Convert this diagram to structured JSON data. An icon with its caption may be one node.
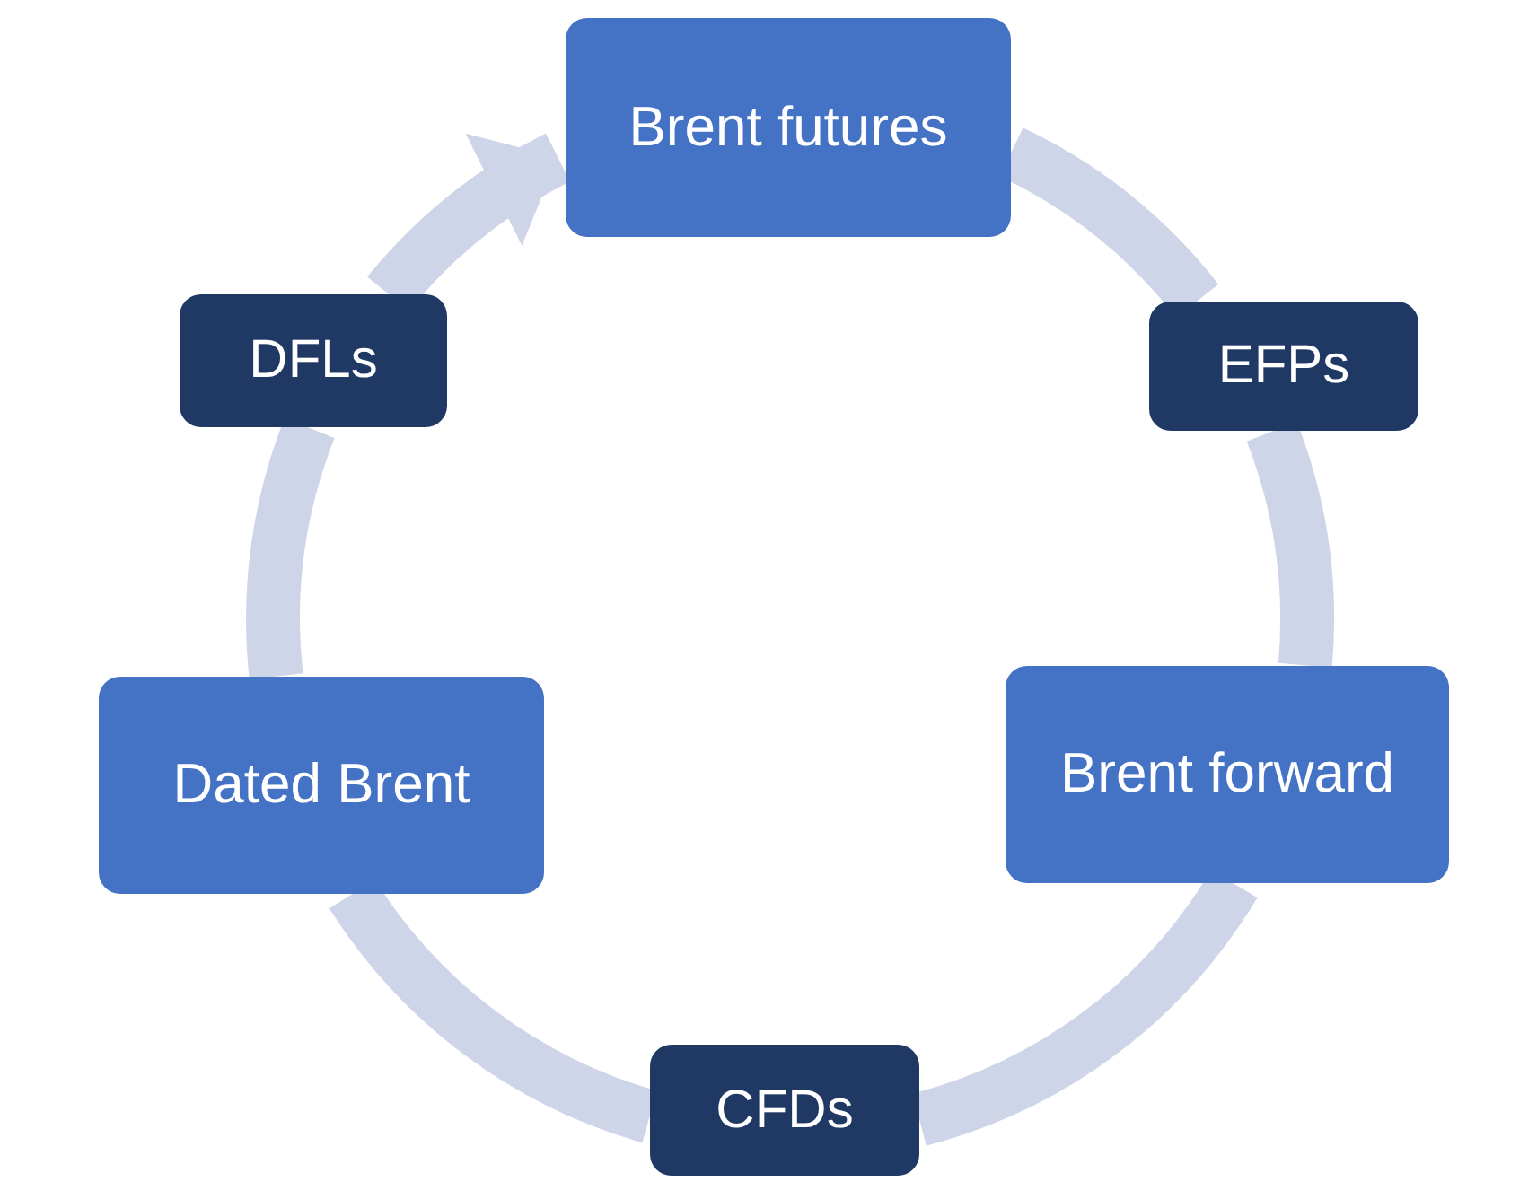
{
  "diagram": {
    "nodes": [
      {
        "text": [
          "Brent futures"
        ]
      },
      {
        "text": [
          "EFPs"
        ]
      },
      {
        "text": [
          "Brent forward"
        ]
      },
      {
        "text": [
          "CFDs"
        ]
      },
      {
        "text": [
          "Dated Brent"
        ]
      },
      {
        "text": [
          "DFLs"
        ]
      }
    ],
    "edges": [
      {
        "from": 0,
        "to": 1,
        "arrow": "none"
      },
      {
        "from": 1,
        "to": 2,
        "arrow": "none"
      },
      {
        "from": 2,
        "to": 3,
        "arrow": "none"
      },
      {
        "from": 3,
        "to": 4,
        "arrow": "none"
      },
      {
        "from": 4,
        "to": 5,
        "arrow": "none"
      },
      {
        "from": 5,
        "to": 0,
        "arrow": "to"
      }
    ]
  }
}
